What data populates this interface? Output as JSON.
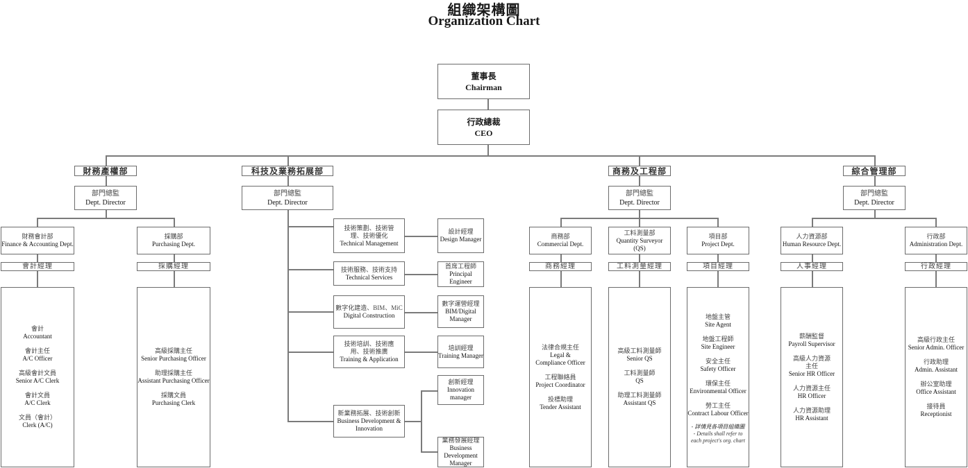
{
  "title": {
    "zh": "組織架構圖",
    "en": "Organization Chart"
  },
  "chairman": {
    "zh": "董事長",
    "en": "Chairman"
  },
  "ceo": {
    "zh": "行政總裁",
    "en": "CEO"
  },
  "director": {
    "zh": "部門總監",
    "en": "Dept. Director"
  },
  "divisions": {
    "finance": {
      "name": "財務產權部",
      "subs": [
        {
          "zh": "財務會計部",
          "en": "Finance & Accounting Dept.",
          "manager": "會計經理",
          "roles": [
            {
              "zh": "會計",
              "en": "Accountant"
            },
            {
              "zh": "會計主任",
              "en": "A/C Officer"
            },
            {
              "zh": "高級會計文員",
              "en": "Senior A/C Clerk"
            },
            {
              "zh": "會計文員",
              "en": "A/C Clerk"
            },
            {
              "zh": "文員（會計）",
              "en": "Clerk (A/C)"
            }
          ]
        },
        {
          "zh": "採購部",
          "en": "Purchasing Dept.",
          "manager": "採購經理",
          "roles": [
            {
              "zh": "高級採購主任",
              "en": "Senior Purchasing Officer"
            },
            {
              "zh": "助理採購主任",
              "en": "Assistant Purchasing Officer"
            },
            {
              "zh": "採購文員",
              "en": "Purchasing Clerk"
            }
          ]
        }
      ]
    },
    "tech": {
      "name": "科技及業務拓展部",
      "functions": [
        {
          "zh": "技術策劃、技術管理、技術優化",
          "en": "Technical Management",
          "managers": [
            {
              "zh": "設計經理",
              "en": "Design Manager"
            }
          ]
        },
        {
          "zh": "技術服務、技術支持",
          "en": "Technical Services",
          "managers": [
            {
              "zh": "首席工程師",
              "en": "Principal Engineer"
            }
          ]
        },
        {
          "zh": "數字化建造、BIM、MiC",
          "en": "Digital Construction",
          "managers": [
            {
              "zh": "數字運營經理",
              "en": "BIM/Digital Manager"
            }
          ]
        },
        {
          "zh": "技術培訓、技術應用、技術推廣",
          "en": "Training & Application",
          "managers": [
            {
              "zh": "培訓經理",
              "en": "Training Manager"
            }
          ]
        },
        {
          "zh": "新業務拓展、技術創新",
          "en": "Business Development & Innovation",
          "managers": [
            {
              "zh": "創新經理",
              "en": "Innovation manager"
            },
            {
              "zh": "業務發展經理",
              "en": "Business Development Manager"
            }
          ]
        }
      ]
    },
    "commercial": {
      "name": "商務及工程部",
      "subs": [
        {
          "zh": "商務部",
          "en": "Commercial Dept.",
          "manager": "商務經理",
          "roles": [
            {
              "zh": "法律合規主任",
              "en": "Legal & Compliance Officer"
            },
            {
              "zh": "工程聯絡員",
              "en": "Project Coordinator"
            },
            {
              "zh": "投標助理",
              "en": "Tender Assistant"
            }
          ]
        },
        {
          "zh": "工料測量部",
          "en": "Quantity Surveyor (QS)",
          "manager": "工料測量經理",
          "roles": [
            {
              "zh": "高級工料測量師",
              "en": "Senior QS"
            },
            {
              "zh": "工料測量師",
              "en": "QS"
            },
            {
              "zh": "助理工料測量師",
              "en": "Assistant QS"
            }
          ]
        },
        {
          "zh": "項目部",
          "en": "Project Dept.",
          "manager": "項目經理",
          "roles": [
            {
              "zh": "地盤主管",
              "en": "Site Agent"
            },
            {
              "zh": "地盤工程師",
              "en": "Site Engineer"
            },
            {
              "zh": "安全主任",
              "en": "Safety Officer"
            },
            {
              "zh": "環保主任",
              "en": "Environmental Officer"
            },
            {
              "zh": "勞工主任",
              "en": "Contract Labour Officer"
            }
          ],
          "note_zh": "- 詳情見各項目組織圖",
          "note_en": "- Details shall refer to each project's org. chart"
        }
      ]
    },
    "admin": {
      "name": "綜合管理部",
      "subs": [
        {
          "zh": "人力資源部",
          "en": "Human Resource Dept.",
          "manager": "人事經理",
          "roles": [
            {
              "zh": "薪酬監督",
              "en": "Payroll Supervisor"
            },
            {
              "zh": "高級人力資源主任",
              "en": "Senior HR Officer"
            },
            {
              "zh": "人力資源主任",
              "en": "HR Officer"
            },
            {
              "zh": "人力資源助理",
              "en": "HR Assistant"
            }
          ]
        },
        {
          "zh": "行政部",
          "en": "Administration Dept.",
          "manager": "行政經理",
          "roles": [
            {
              "zh": "高級行政主任",
              "en": "Senior Admin. Officer"
            },
            {
              "zh": "行政助理",
              "en": "Admin. Assistant"
            },
            {
              "zh": "辦公室助理",
              "en": "Office Assistant"
            },
            {
              "zh": "接待員",
              "en": "Receptionist"
            }
          ]
        }
      ]
    }
  }
}
